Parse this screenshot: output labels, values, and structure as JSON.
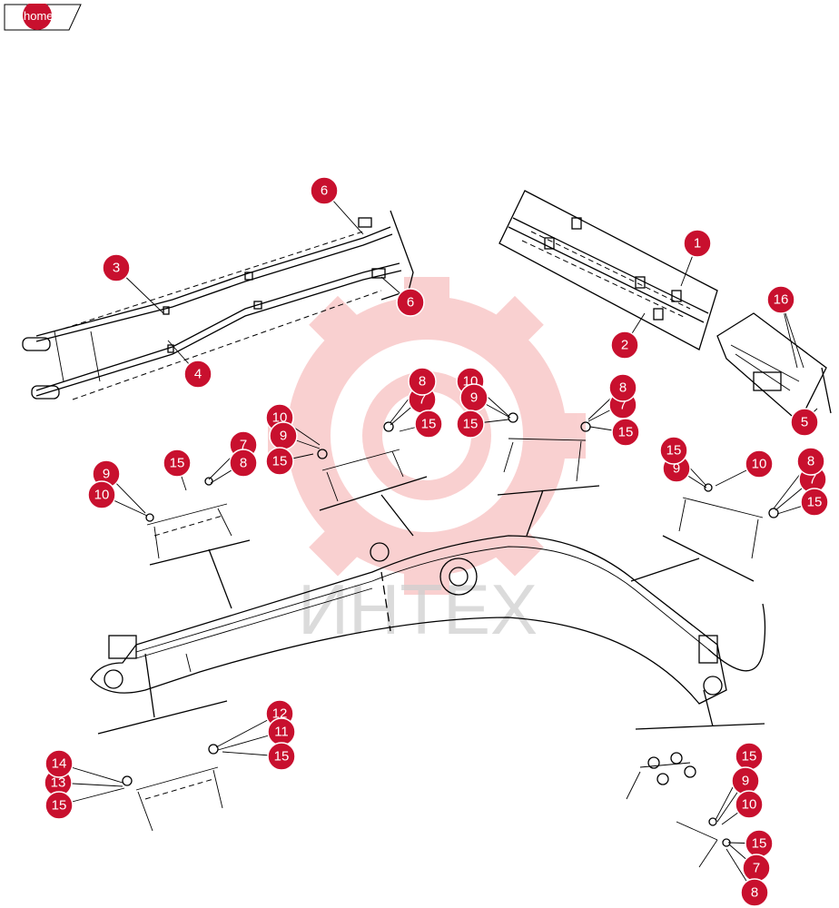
{
  "nav": {
    "home_label": "home"
  },
  "watermark": {
    "text": "ИНТЕХ",
    "color": "#f6b8b8"
  },
  "colors": {
    "callout": "#c8102e",
    "callout_text": "#ffffff",
    "line_art": "#000000"
  },
  "callouts": [
    {
      "id": "c1",
      "label": "1"
    },
    {
      "id": "c2",
      "label": "2"
    },
    {
      "id": "c3",
      "label": "3"
    },
    {
      "id": "c4",
      "label": "4"
    },
    {
      "id": "c5",
      "label": "5"
    },
    {
      "id": "c6a",
      "label": "6"
    },
    {
      "id": "c6b",
      "label": "6"
    },
    {
      "id": "c16",
      "label": "16"
    },
    {
      "id": "c8a",
      "label": "8"
    },
    {
      "id": "c7a",
      "label": "7"
    },
    {
      "id": "c15a",
      "label": "15"
    },
    {
      "id": "c10a",
      "label": "10"
    },
    {
      "id": "c9a",
      "label": "9"
    },
    {
      "id": "c15b",
      "label": "15"
    },
    {
      "id": "c8b",
      "label": "8"
    },
    {
      "id": "c7b",
      "label": "7"
    },
    {
      "id": "c15c",
      "label": "15"
    },
    {
      "id": "c10b",
      "label": "10"
    },
    {
      "id": "c9b",
      "label": "9"
    },
    {
      "id": "c15d",
      "label": "15"
    },
    {
      "id": "c7c",
      "label": "7"
    },
    {
      "id": "c8c",
      "label": "8"
    },
    {
      "id": "c15e",
      "label": "15"
    },
    {
      "id": "c9c",
      "label": "9"
    },
    {
      "id": "c10c",
      "label": "10"
    },
    {
      "id": "c15f",
      "label": "15"
    },
    {
      "id": "c9d",
      "label": "9"
    },
    {
      "id": "c10d",
      "label": "10"
    },
    {
      "id": "c8d",
      "label": "8"
    },
    {
      "id": "c7d",
      "label": "7"
    },
    {
      "id": "c15g",
      "label": "15"
    },
    {
      "id": "c12a",
      "label": "12"
    },
    {
      "id": "c11a",
      "label": "11"
    },
    {
      "id": "c15h",
      "label": "15"
    },
    {
      "id": "c14a",
      "label": "14"
    },
    {
      "id": "c13a",
      "label": "13"
    },
    {
      "id": "c15i",
      "label": "15"
    },
    {
      "id": "c15j",
      "label": "15"
    },
    {
      "id": "c9e",
      "label": "9"
    },
    {
      "id": "c10e",
      "label": "10"
    },
    {
      "id": "c15k",
      "label": "15"
    },
    {
      "id": "c7e",
      "label": "7"
    },
    {
      "id": "c8e",
      "label": "8"
    }
  ]
}
